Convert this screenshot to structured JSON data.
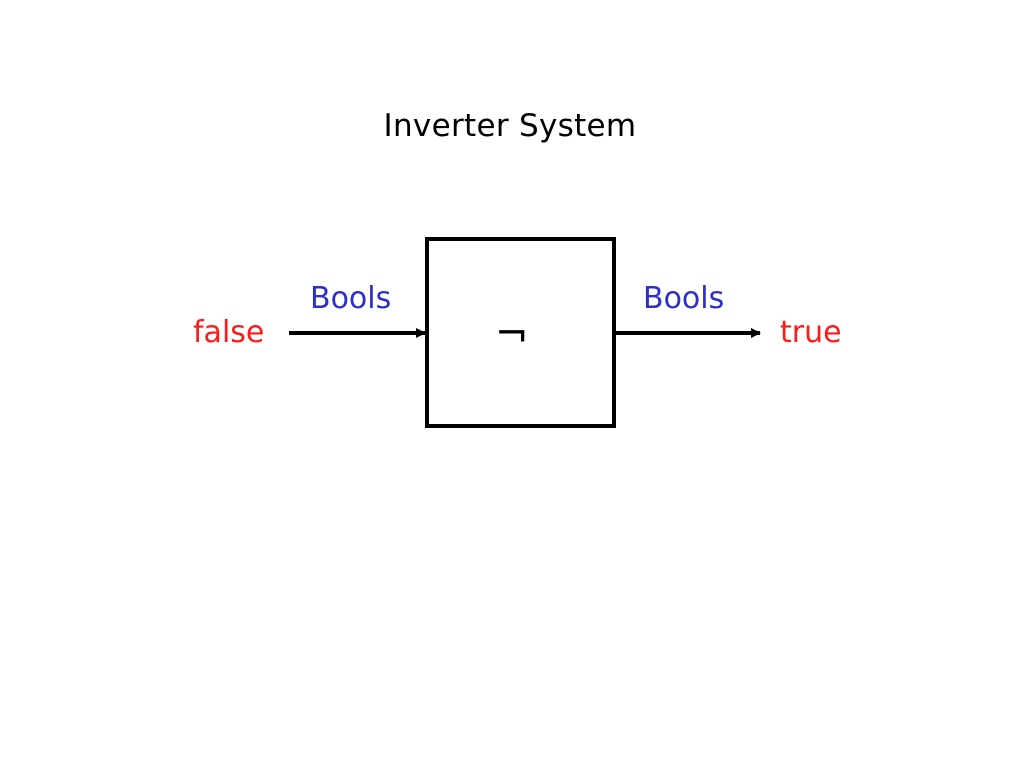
{
  "title": "Inverter System",
  "diagram": {
    "operator_symbol": "¬",
    "input": {
      "type_label": "Bools",
      "value": "false"
    },
    "output": {
      "type_label": "Bools",
      "value": "true"
    },
    "colors": {
      "type_label": "#2f2fc8",
      "value": "#ff1a1a",
      "stroke": "#000000"
    }
  }
}
